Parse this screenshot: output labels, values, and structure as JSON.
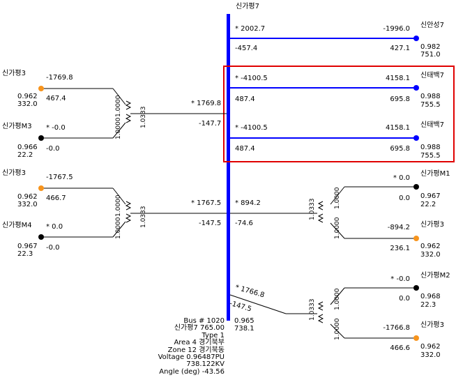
{
  "main_bus": {
    "name": "신가평7",
    "info": {
      "bus_line": "Bus  #  1020",
      "name_line": "신가평7    765.00",
      "type_line": "Type  1",
      "area_line": "Area  4 경기북부",
      "zone_line": "Zone  12 경기북동",
      "voltage_pu_line": "Voltage  0.96487PU",
      "voltage_kv_line": "738.122KV",
      "angle_line": "Angle (deg)  -43.56"
    },
    "pu": "0.965",
    "kv": "738.1"
  },
  "lines": [
    {
      "to": "신안성7",
      "p_near": "* 2002.7",
      "q_near": "-457.4",
      "p_far": "-1996.0",
      "q_far": "427.1",
      "pu": "0.982",
      "kv": "751.0"
    },
    {
      "to": "신태백7",
      "p_near": "* -4100.5",
      "q_near": "487.4",
      "p_far": "4158.1",
      "q_far": "695.8",
      "pu": "0.988",
      "kv": "755.5"
    },
    {
      "to": "신태백7",
      "p_near": "* -4100.5",
      "q_near": "487.4",
      "p_far": "4158.1",
      "q_far": "695.8",
      "pu": "0.988",
      "kv": "755.5"
    }
  ],
  "left_transformers": [
    {
      "ratio_main": "1.0333",
      "ratio_a": "1.0000",
      "ratio_b": "1.0000",
      "p_bus": "* 1769.8",
      "q_bus": "-147.7",
      "gen": {
        "name": "신가평3",
        "p": "-1769.8",
        "q": "467.4",
        "pu": "0.962",
        "kv": "332.0"
      },
      "aux": {
        "name": "신가평M3",
        "p": "* -0.0",
        "q": "-0.0",
        "pu": "0.966",
        "kv": "22.2"
      }
    },
    {
      "ratio_main": "1.0333",
      "ratio_a": "1.0000",
      "ratio_b": "1.0000",
      "p_bus": "* 1767.5",
      "q_bus": "-147.5",
      "gen": {
        "name": "신가평3",
        "p": "-1767.5",
        "q": "466.7",
        "pu": "0.962",
        "kv": "332.0"
      },
      "aux": {
        "name": "신가평M4",
        "p": "* 0.0",
        "q": "-0.0",
        "pu": "0.967",
        "kv": "22.3"
      }
    }
  ],
  "right_transformers": [
    {
      "ratio_main": "1.0333",
      "ratio_a": "1.0000",
      "ratio_b": "1.0000",
      "p_bus": "* 894.2",
      "q_bus": "-74.6",
      "aux": {
        "name": "신가평M1",
        "p": "* 0.0",
        "q": "0.0",
        "pu": "0.967",
        "kv": "22.2"
      },
      "gen": {
        "name": "신가평3",
        "p": "-894.2",
        "q": "236.1",
        "pu": "0.962",
        "kv": "332.0"
      }
    },
    {
      "ratio_main": "1.0333",
      "ratio_a": "1.0000",
      "ratio_b": "1.0000",
      "p_bus": "* 1766.8",
      "q_bus": "-147.5",
      "aux": {
        "name": "신가평M2",
        "p": "* -0.0",
        "q": "0.0",
        "pu": "0.968",
        "kv": "22.3"
      },
      "gen": {
        "name": "신가평3",
        "p": "-1766.8",
        "q": "466.6",
        "pu": "0.962",
        "kv": "332.0"
      }
    }
  ],
  "colors": {
    "bus": "#0000ff",
    "line": "#0000ff",
    "highlight": "#e00000",
    "gen_bus": "#f7941d",
    "aux_bus": "#000000",
    "wire": "#000000"
  }
}
